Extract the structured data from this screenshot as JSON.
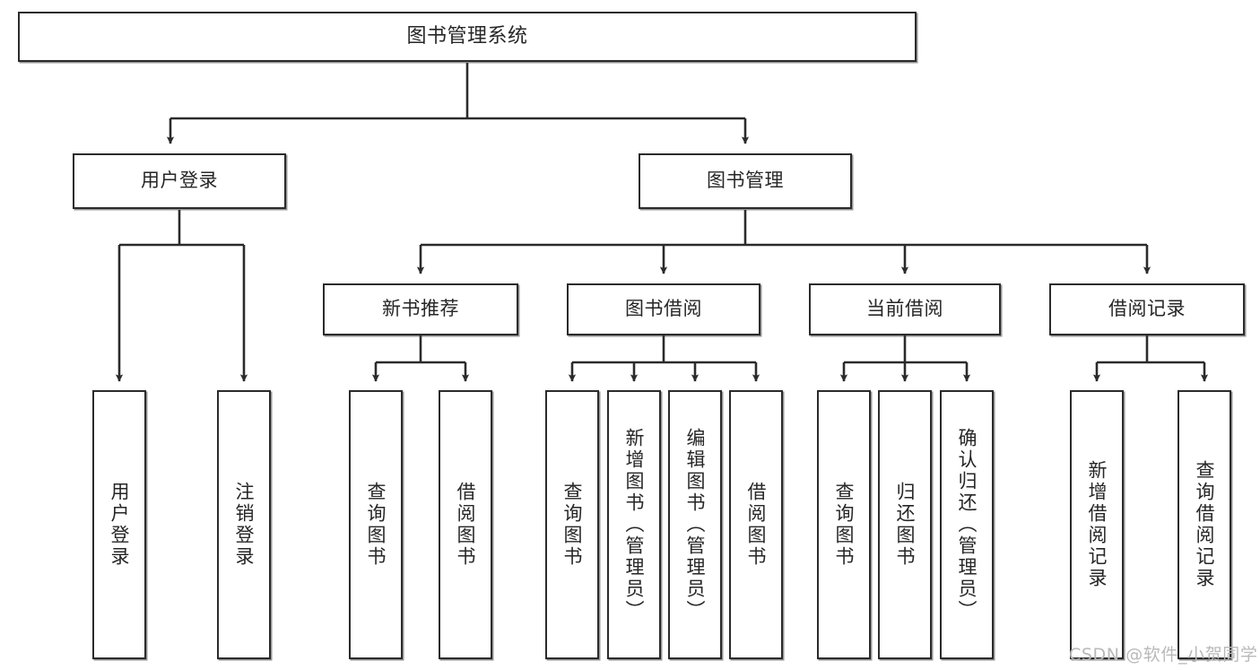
{
  "diagram": {
    "title": "图书管理系统",
    "type": "tree",
    "orientation": "top-down",
    "colors": {
      "node_border": "#2b2b2b",
      "node_fill": "#ffffff",
      "edge": "#2b2b2b",
      "text": "#262626",
      "watermark": "#b9b9b9"
    },
    "watermark": "CSDN @软件_小贺同学"
  },
  "nodes": {
    "root": {
      "id": "root",
      "label": "图书管理系统",
      "level": 0,
      "orientation": "horizontal"
    },
    "level1": [
      {
        "id": "user-login",
        "label": "用户登录",
        "level": 1,
        "orientation": "horizontal"
      },
      {
        "id": "book-manage",
        "label": "图书管理",
        "level": 1,
        "orientation": "horizontal"
      }
    ],
    "level2": [
      {
        "id": "new-book-recommend",
        "label": "新书推荐",
        "level": 2,
        "orientation": "horizontal",
        "parent": "book-manage"
      },
      {
        "id": "book-borrow",
        "label": "图书借阅",
        "level": 2,
        "orientation": "horizontal",
        "parent": "book-manage"
      },
      {
        "id": "current-borrow",
        "label": "当前借阅",
        "level": 2,
        "orientation": "horizontal",
        "parent": "book-manage"
      },
      {
        "id": "borrow-record",
        "label": "借阅记录",
        "level": 2,
        "orientation": "horizontal",
        "parent": "book-manage"
      }
    ],
    "leaves": [
      {
        "id": "leaf-user-login",
        "label": "用户登录",
        "parent": "user-login",
        "orientation": "vertical"
      },
      {
        "id": "leaf-user-logout",
        "label": "注销登录",
        "parent": "user-login",
        "orientation": "vertical"
      },
      {
        "id": "leaf-query-book-1",
        "label": "查询图书",
        "parent": "new-book-recommend",
        "orientation": "vertical"
      },
      {
        "id": "leaf-borrow-book-1",
        "label": "借阅图书",
        "parent": "new-book-recommend",
        "orientation": "vertical"
      },
      {
        "id": "leaf-query-book-2",
        "label": "查询图书",
        "parent": "book-borrow",
        "orientation": "vertical"
      },
      {
        "id": "leaf-add-book",
        "label": "新增图书（管理员）",
        "parent": "book-borrow",
        "orientation": "vertical"
      },
      {
        "id": "leaf-edit-book",
        "label": "编辑图书（管理员）",
        "parent": "book-borrow",
        "orientation": "vertical"
      },
      {
        "id": "leaf-borrow-book-2",
        "label": "借阅图书",
        "parent": "book-borrow",
        "orientation": "vertical"
      },
      {
        "id": "leaf-query-book-3",
        "label": "查询图书",
        "parent": "current-borrow",
        "orientation": "vertical"
      },
      {
        "id": "leaf-return-book",
        "label": "归还图书",
        "parent": "current-borrow",
        "orientation": "vertical"
      },
      {
        "id": "leaf-confirm-return",
        "label": "确认归还（管理员）",
        "parent": "current-borrow",
        "orientation": "vertical"
      },
      {
        "id": "leaf-add-record",
        "label": "新增借阅记录",
        "parent": "borrow-record",
        "orientation": "vertical"
      },
      {
        "id": "leaf-query-record",
        "label": "查询借阅记录",
        "parent": "borrow-record",
        "orientation": "vertical"
      }
    ]
  }
}
